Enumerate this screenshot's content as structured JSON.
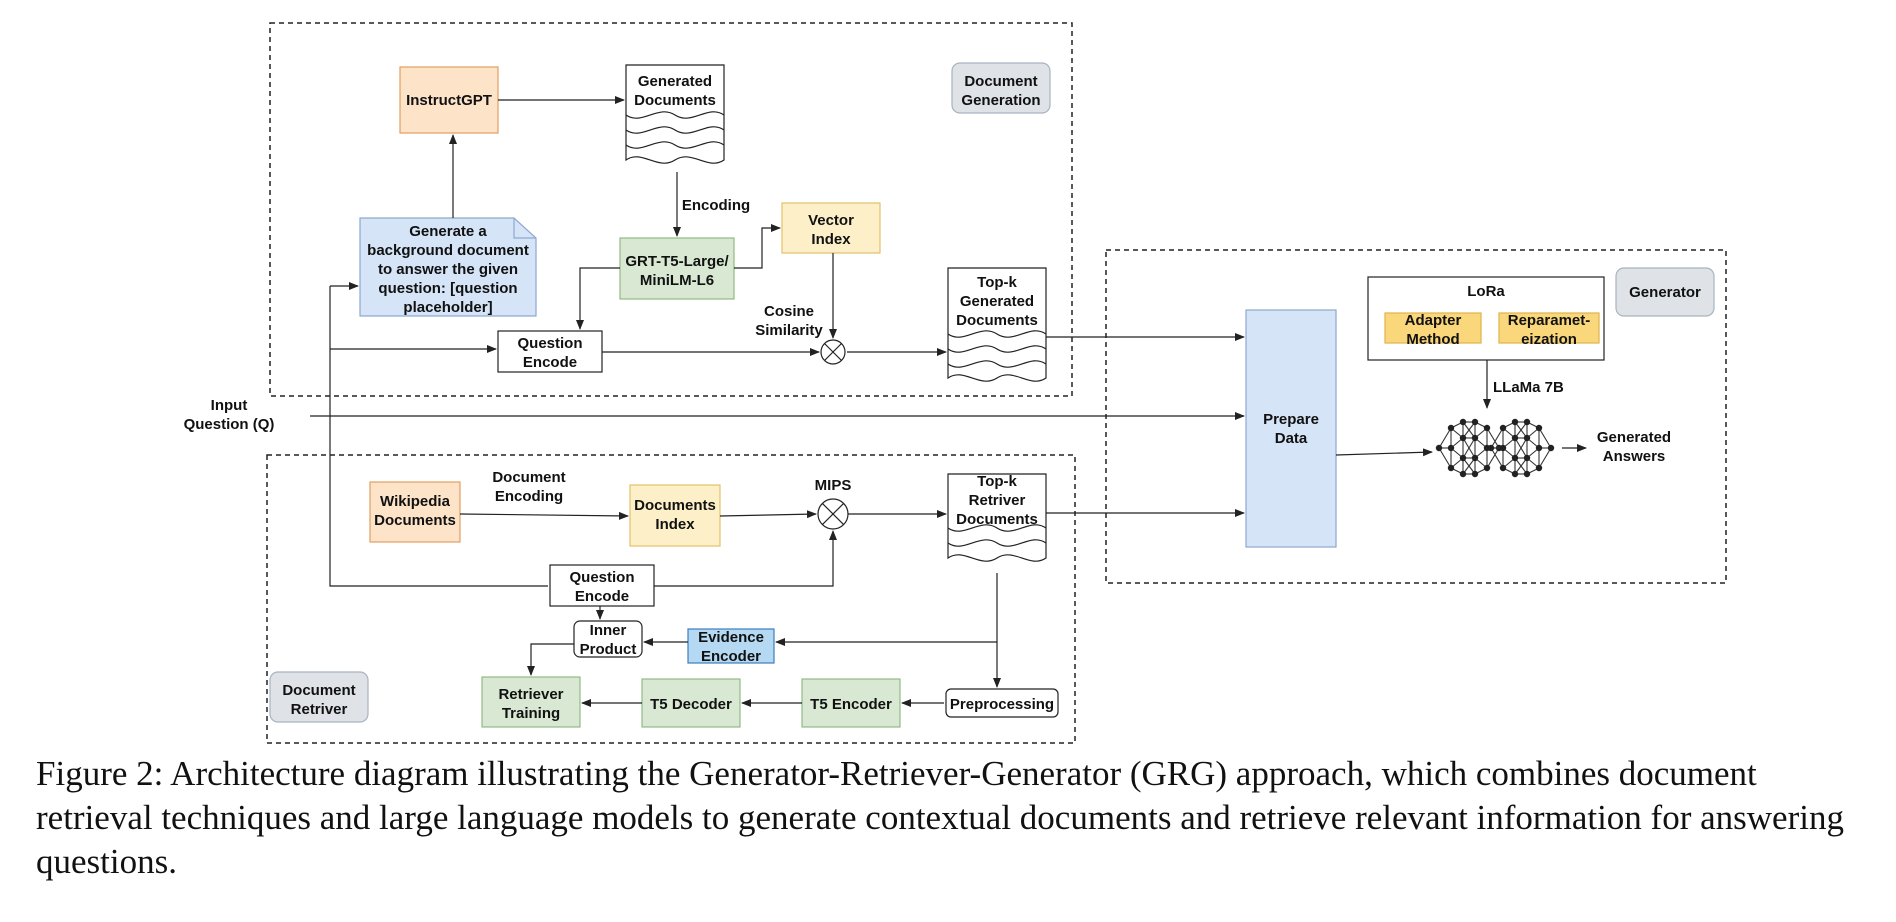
{
  "diagram": {
    "regions": {
      "doc_generation": "Document\nGeneration",
      "doc_retriever": "Document\nRetriver",
      "generator": "Generator"
    },
    "nodes": {
      "instructgpt": "InstructGPT",
      "generated_docs": "Generated\nDocuments",
      "encoding": "Encoding",
      "prompt": "Generate a\nbackground document\nto answer the given\nquestion: [question\nplaceholder]",
      "grt": "GRT-T5-Large/\nMiniLM-L6",
      "vector_index": "Vector\nIndex",
      "cosine": "Cosine\nSimilarity",
      "question_encode_top": "Question\nEncode",
      "topk_generated": "Top-k\nGenerated\nDocuments",
      "input_question": "Input\nQuestion (Q)",
      "wikipedia": "Wikipedia\nDocuments",
      "doc_encoding": "Document\nEncoding",
      "documents_index": "Documents\nIndex",
      "mips": "MIPS",
      "topk_retriever": "Top-k\nRetriver\nDocuments",
      "question_encode_bottom": "Question\nEncode",
      "inner_product": "Inner\nProduct",
      "evidence_encoder": "Evidence\nEncoder",
      "retriever_training": "Retriever\nTraining",
      "t5_decoder": "T5 Decoder",
      "t5_encoder": "T5 Encoder",
      "preprocessing": "Preprocessing",
      "prepare_data": "Prepare\nData",
      "lora": "LoRa",
      "adapter": "Adapter\nMethod",
      "reparam": "Reparamet-\neization",
      "llama": "LLaMa 7B",
      "generated_answers": "Generated\nAnswers"
    },
    "colors": {
      "orange_fill": "#fde3c8",
      "orange_stroke": "#e0a060",
      "green_fill": "#d8e8d2",
      "green_stroke": "#93b985",
      "yellow_fill": "#fdf0c8",
      "yellow_stroke": "#e2c26a",
      "blue_fill": "#d5e4f7",
      "blue_stroke": "#8ea9cf",
      "gray_fill": "#dfe3e8",
      "gray_stroke": "#a8b3c0",
      "evidence_fill": "#b5d9f2",
      "evidence_stroke": "#3d7fbd",
      "gold_fill": "#f9d77a",
      "gold_stroke": "#e0b34a",
      "line": "#222222"
    }
  },
  "caption": "Figure 2: Architecture diagram illustrating the Generator-Retriever-Generator (GRG) approach, which combines document retrieval techniques and large language models to generate contextual documents and retrieve relevant information for answering questions."
}
